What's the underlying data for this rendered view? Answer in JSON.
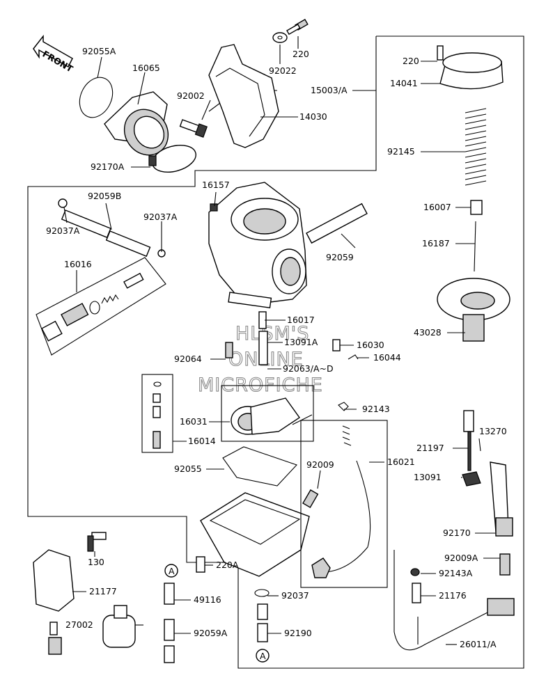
{
  "front_label": "FRONT",
  "watermark": [
    "HLSM'S",
    "ONLINE",
    "MICROFICHE"
  ],
  "ref_markers": [
    "A",
    "A"
  ],
  "parts": {
    "p92055A": "92055A",
    "p16065": "16065",
    "p92002": "92002",
    "p14030": "14030",
    "p220_top": "220",
    "p92022": "92022",
    "p15003A": "15003/A",
    "p220_right": "220",
    "p14041": "14041",
    "p92145": "92145",
    "p16007": "16007",
    "p16187": "16187",
    "p43028": "43028",
    "p92170A": "92170A",
    "p16157": "16157",
    "p92059B": "92059B",
    "p92037A_left": "92037A",
    "p92037A_mid": "92037A",
    "p92059": "92059",
    "p16016": "16016",
    "p16017": "16017",
    "p13091A": "13091A",
    "p16030": "16030",
    "p16044": "16044",
    "p92064": "92064",
    "p92063": "92063/A~D",
    "p92143": "92143",
    "p16031": "16031",
    "p16014": "16014",
    "p13270": "13270",
    "p21197": "21197",
    "p16021": "16021",
    "p13091": "13091",
    "p92055": "92055",
    "p92009": "92009",
    "p92170": "92170",
    "p92009A": "92009A",
    "p92143A": "92143A",
    "p21176": "21176",
    "p26011A": "26011/A",
    "p130": "130",
    "p21177": "21177",
    "p27002": "27002",
    "p49116": "49116",
    "p92059A": "92059A",
    "p220A": "220A",
    "p92037": "92037",
    "p92190": "92190"
  }
}
